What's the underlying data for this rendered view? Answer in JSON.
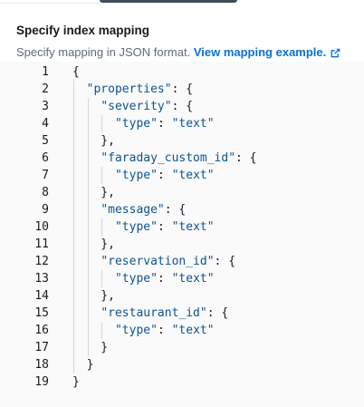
{
  "section": {
    "title": "Specify index mapping",
    "description": "Specify mapping in JSON format.",
    "link_label": "View mapping example."
  },
  "editor": {
    "line_numbers": [
      "1",
      "2",
      "3",
      "4",
      "5",
      "6",
      "7",
      "8",
      "9",
      "10",
      "11",
      "12",
      "13",
      "14",
      "15",
      "16",
      "17",
      "18",
      "19"
    ],
    "lines": [
      "{",
      "  \"properties\": {",
      "    \"severity\": {",
      "      \"type\": \"text\"",
      "    },",
      "    \"faraday_custom_id\": {",
      "      \"type\": \"text\"",
      "    },",
      "    \"message\": {",
      "      \"type\": \"text\"",
      "    },",
      "    \"reservation_id\": {",
      "      \"type\": \"text\"",
      "    },",
      "    \"restaurant_id\": {",
      "      \"type\": \"text\"",
      "    }",
      "  }",
      "}"
    ]
  },
  "colors": {
    "link": "#0972d3",
    "string": "#0b5394",
    "muted": "#5f6b7a"
  }
}
